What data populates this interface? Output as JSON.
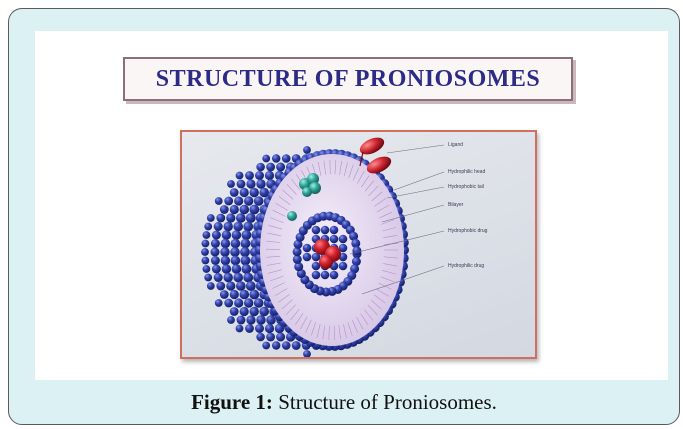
{
  "figure": {
    "title": "STRUCTURE OF PRONIOSOMES",
    "labels": [
      "Ligand",
      "Hydrophilic head",
      "Hydrophobic tail",
      "Bilayer",
      "Hydrophobic drug",
      "Hydrophilic drug"
    ],
    "caption_label": "Figure 1:",
    "caption_text": " Structure of Proniosomes."
  },
  "colors": {
    "frame_background": "#dcf1f4",
    "title_text": "#2c2b85",
    "diagram_border": "#cf6f60",
    "sphere_blue": "#2f3fa8",
    "vesicle_interior": "#e2d6ee",
    "hydrophobic_drug": "#c21f2a",
    "hydrophilic_drug": "#2fa39a",
    "ligand": "#c92a35"
  }
}
